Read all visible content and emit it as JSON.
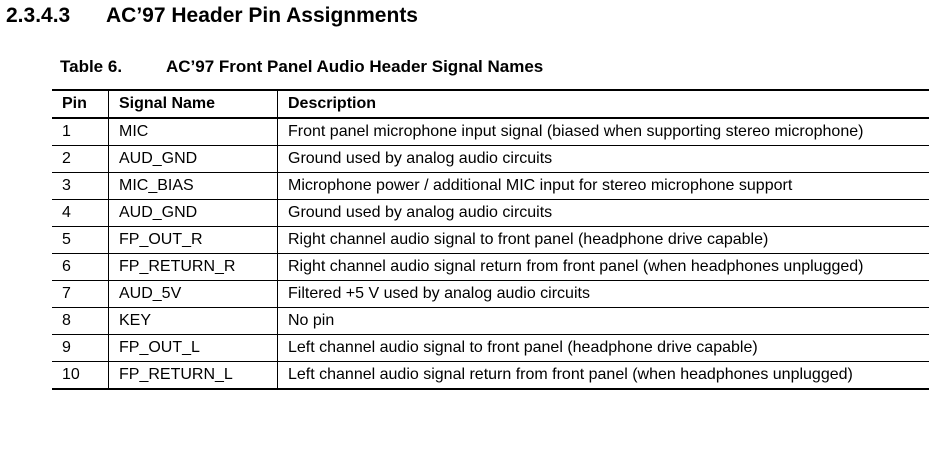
{
  "section": {
    "number": "2.3.4.3",
    "title": "AC’97 Header Pin Assignments"
  },
  "caption": {
    "number": "Table 6.",
    "title": "AC’97 Front Panel Audio Header Signal Names"
  },
  "table": {
    "headers": [
      "Pin",
      "Signal Name",
      "Description"
    ],
    "rows": [
      {
        "pin": "1",
        "signal": "MIC",
        "description": "Front panel microphone input signal (biased when supporting stereo microphone)"
      },
      {
        "pin": "2",
        "signal": "AUD_GND",
        "description": "Ground used by analog audio circuits"
      },
      {
        "pin": "3",
        "signal": "MIC_BIAS",
        "description": "Microphone power / additional MIC input for stereo microphone support"
      },
      {
        "pin": "4",
        "signal": "AUD_GND",
        "description": "Ground used by analog audio circuits"
      },
      {
        "pin": "5",
        "signal": "FP_OUT_R",
        "description": "Right channel audio signal to front panel (headphone drive capable)"
      },
      {
        "pin": "6",
        "signal": "FP_RETURN_R",
        "description": "Right channel audio signal return from front panel (when headphones unplugged)"
      },
      {
        "pin": "7",
        "signal": "AUD_5V",
        "description": "Filtered +5 V used by analog audio circuits"
      },
      {
        "pin": "8",
        "signal": "KEY",
        "description": "No pin"
      },
      {
        "pin": "9",
        "signal": "FP_OUT_L",
        "description": "Left channel audio signal to front panel (headphone drive capable)"
      },
      {
        "pin": "10",
        "signal": "FP_RETURN_L",
        "description": "Left channel audio signal return from front panel (when headphones unplugged)"
      }
    ]
  }
}
